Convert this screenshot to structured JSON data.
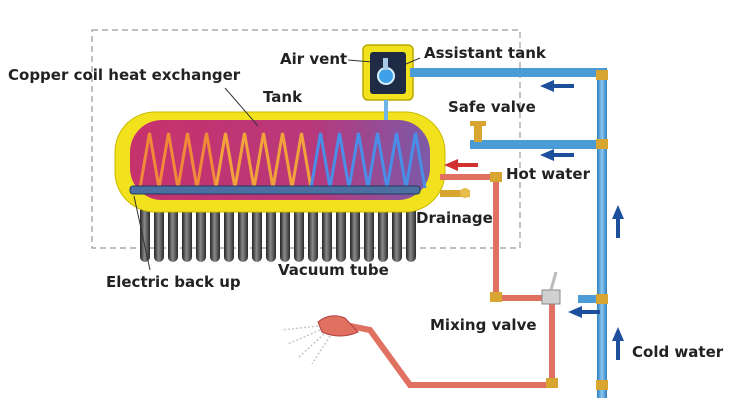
{
  "labels": {
    "copper_coil": "Copper coil heat exchanger",
    "tank": "Tank",
    "air_vent": "Air vent",
    "assistant_tank": "Assistant tank",
    "safe_valve": "Safe valve",
    "hot_water": "Hot water",
    "drainage": "Drainage",
    "vacuum_tube": "Vacuum tube",
    "electric_back_up": "Electric back up",
    "mixing_valve": "Mixing valve",
    "cold_water": "Cold water"
  },
  "colors": {
    "tank_outer": "#f2e21e",
    "tank_inner": "#c8306a",
    "cold_pipe": "#4a9bd6",
    "hot_pipe": "#e07060",
    "coil_warm": "#f2a23a",
    "coil_cool": "#4a8ee8",
    "tube_dark": "#3a3a3a",
    "arrow_blue": "#1d4f9c",
    "arrow_red": "#d23030",
    "brass": "#d9a531"
  },
  "icons": [
    "air-vent-icon",
    "shower-head-icon"
  ]
}
